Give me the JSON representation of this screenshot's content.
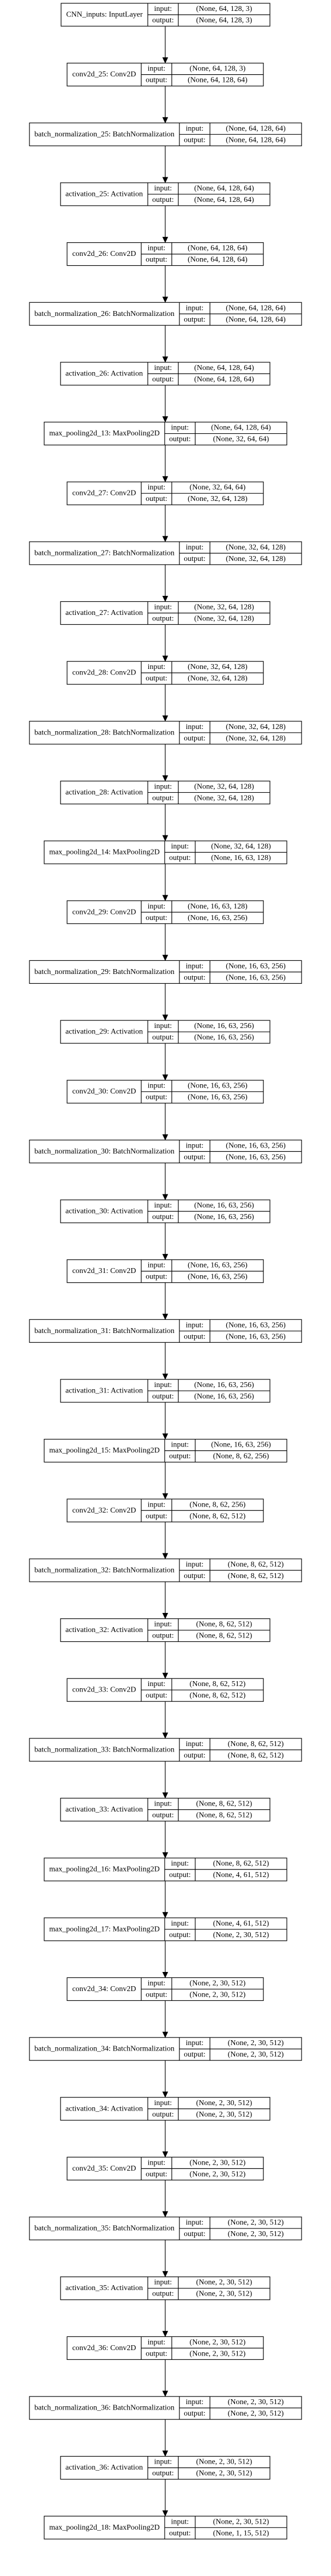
{
  "diagram": {
    "port_labels": {
      "input": "input:",
      "output": "output:"
    },
    "layers": [
      {
        "name": "CNN_inputs: InputLayer",
        "input": "(None, 64, 128, 3)",
        "output": "(None, 64, 128, 3)"
      },
      {
        "name": "conv2d_25: Conv2D",
        "input": "(None, 64, 128, 3)",
        "output": "(None, 64, 128, 64)"
      },
      {
        "name": "batch_normalization_25: BatchNormalization",
        "input": "(None, 64, 128, 64)",
        "output": "(None, 64, 128, 64)"
      },
      {
        "name": "activation_25: Activation",
        "input": "(None, 64, 128, 64)",
        "output": "(None, 64, 128, 64)"
      },
      {
        "name": "conv2d_26: Conv2D",
        "input": "(None, 64, 128, 64)",
        "output": "(None, 64, 128, 64)"
      },
      {
        "name": "batch_normalization_26: BatchNormalization",
        "input": "(None, 64, 128, 64)",
        "output": "(None, 64, 128, 64)"
      },
      {
        "name": "activation_26: Activation",
        "input": "(None, 64, 128, 64)",
        "output": "(None, 64, 128, 64)"
      },
      {
        "name": "max_pooling2d_13: MaxPooling2D",
        "input": "(None, 64, 128, 64)",
        "output": "(None, 32, 64, 64)"
      },
      {
        "name": "conv2d_27: Conv2D",
        "input": "(None, 32, 64, 64)",
        "output": "(None, 32, 64, 128)"
      },
      {
        "name": "batch_normalization_27: BatchNormalization",
        "input": "(None, 32, 64, 128)",
        "output": "(None, 32, 64, 128)"
      },
      {
        "name": "activation_27: Activation",
        "input": "(None, 32, 64, 128)",
        "output": "(None, 32, 64, 128)"
      },
      {
        "name": "conv2d_28: Conv2D",
        "input": "(None, 32, 64, 128)",
        "output": "(None, 32, 64, 128)"
      },
      {
        "name": "batch_normalization_28: BatchNormalization",
        "input": "(None, 32, 64, 128)",
        "output": "(None, 32, 64, 128)"
      },
      {
        "name": "activation_28: Activation",
        "input": "(None, 32, 64, 128)",
        "output": "(None, 32, 64, 128)"
      },
      {
        "name": "max_pooling2d_14: MaxPooling2D",
        "input": "(None, 32, 64, 128)",
        "output": "(None, 16, 63, 128)"
      },
      {
        "name": "conv2d_29: Conv2D",
        "input": "(None, 16, 63, 128)",
        "output": "(None, 16, 63, 256)"
      },
      {
        "name": "batch_normalization_29: BatchNormalization",
        "input": "(None, 16, 63, 256)",
        "output": "(None, 16, 63, 256)"
      },
      {
        "name": "activation_29: Activation",
        "input": "(None, 16, 63, 256)",
        "output": "(None, 16, 63, 256)"
      },
      {
        "name": "conv2d_30: Conv2D",
        "input": "(None, 16, 63, 256)",
        "output": "(None, 16, 63, 256)"
      },
      {
        "name": "batch_normalization_30: BatchNormalization",
        "input": "(None, 16, 63, 256)",
        "output": "(None, 16, 63, 256)"
      },
      {
        "name": "activation_30: Activation",
        "input": "(None, 16, 63, 256)",
        "output": "(None, 16, 63, 256)"
      },
      {
        "name": "conv2d_31: Conv2D",
        "input": "(None, 16, 63, 256)",
        "output": "(None, 16, 63, 256)"
      },
      {
        "name": "batch_normalization_31: BatchNormalization",
        "input": "(None, 16, 63, 256)",
        "output": "(None, 16, 63, 256)"
      },
      {
        "name": "activation_31: Activation",
        "input": "(None, 16, 63, 256)",
        "output": "(None, 16, 63, 256)"
      },
      {
        "name": "max_pooling2d_15: MaxPooling2D",
        "input": "(None, 16, 63, 256)",
        "output": "(None, 8, 62, 256)"
      },
      {
        "name": "conv2d_32: Conv2D",
        "input": "(None, 8, 62, 256)",
        "output": "(None, 8, 62, 512)"
      },
      {
        "name": "batch_normalization_32: BatchNormalization",
        "input": "(None, 8, 62, 512)",
        "output": "(None, 8, 62, 512)"
      },
      {
        "name": "activation_32: Activation",
        "input": "(None, 8, 62, 512)",
        "output": "(None, 8, 62, 512)"
      },
      {
        "name": "conv2d_33: Conv2D",
        "input": "(None, 8, 62, 512)",
        "output": "(None, 8, 62, 512)"
      },
      {
        "name": "batch_normalization_33: BatchNormalization",
        "input": "(None, 8, 62, 512)",
        "output": "(None, 8, 62, 512)"
      },
      {
        "name": "activation_33: Activation",
        "input": "(None, 8, 62, 512)",
        "output": "(None, 8, 62, 512)"
      },
      {
        "name": "max_pooling2d_16: MaxPooling2D",
        "input": "(None, 8, 62, 512)",
        "output": "(None, 4, 61, 512)"
      },
      {
        "name": "max_pooling2d_17: MaxPooling2D",
        "input": "(None, 4, 61, 512)",
        "output": "(None, 2, 30, 512)"
      },
      {
        "name": "conv2d_34: Conv2D",
        "input": "(None, 2, 30, 512)",
        "output": "(None, 2, 30, 512)"
      },
      {
        "name": "batch_normalization_34: BatchNormalization",
        "input": "(None, 2, 30, 512)",
        "output": "(None, 2, 30, 512)"
      },
      {
        "name": "activation_34: Activation",
        "input": "(None, 2, 30, 512)",
        "output": "(None, 2, 30, 512)"
      },
      {
        "name": "conv2d_35: Conv2D",
        "input": "(None, 2, 30, 512)",
        "output": "(None, 2, 30, 512)"
      },
      {
        "name": "batch_normalization_35: BatchNormalization",
        "input": "(None, 2, 30, 512)",
        "output": "(None, 2, 30, 512)"
      },
      {
        "name": "activation_35: Activation",
        "input": "(None, 2, 30, 512)",
        "output": "(None, 2, 30, 512)"
      },
      {
        "name": "conv2d_36: Conv2D",
        "input": "(None, 2, 30, 512)",
        "output": "(None, 2, 30, 512)"
      },
      {
        "name": "batch_normalization_36: BatchNormalization",
        "input": "(None, 2, 30, 512)",
        "output": "(None, 2, 30, 512)"
      },
      {
        "name": "activation_36: Activation",
        "input": "(None, 2, 30, 512)",
        "output": "(None, 2, 30, 512)"
      },
      {
        "name": "max_pooling2d_18: MaxPooling2D",
        "input": "(None, 2, 30, 512)",
        "output": "(None, 1, 15, 512)"
      }
    ]
  }
}
